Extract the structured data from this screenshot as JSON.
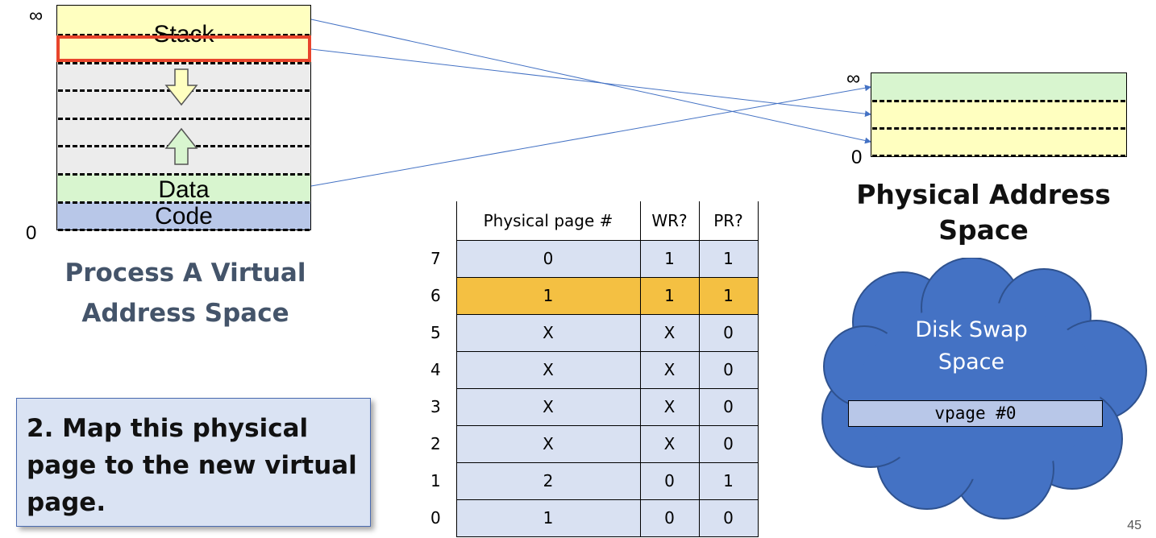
{
  "virtual_space": {
    "top_label": "∞",
    "bottom_label": "0",
    "regions": {
      "stack": "Stack",
      "data": "Data",
      "code": "Code"
    },
    "title_line1": "Process A Virtual",
    "title_line2": "Address Space"
  },
  "physical_space": {
    "top_label": "∞",
    "bottom_label": "0",
    "title": "Physical Address Space"
  },
  "page_table": {
    "headers": [
      "Physical page #",
      "WR?",
      "PR?"
    ],
    "rows": [
      {
        "index": "7",
        "phys": "0",
        "wr": "1",
        "pr": "1"
      },
      {
        "index": "6",
        "phys": "1",
        "wr": "1",
        "pr": "1"
      },
      {
        "index": "5",
        "phys": "X",
        "wr": "X",
        "pr": "0"
      },
      {
        "index": "4",
        "phys": "X",
        "wr": "X",
        "pr": "0"
      },
      {
        "index": "3",
        "phys": "X",
        "wr": "X",
        "pr": "0"
      },
      {
        "index": "2",
        "phys": "X",
        "wr": "X",
        "pr": "0"
      },
      {
        "index": "1",
        "phys": "2",
        "wr": "0",
        "pr": "1"
      },
      {
        "index": "0",
        "phys": "1",
        "wr": "0",
        "pr": "0"
      }
    ],
    "highlight_color": "#f4c042",
    "cell_color": "#d9e1f2"
  },
  "disk": {
    "title_line1": "Disk Swap",
    "title_line2": "Space",
    "entry": "vpage #0",
    "cloud_color": "#4472c4"
  },
  "note": {
    "text": "2. Map this physical page to the new virtual page."
  },
  "slide_number": "45",
  "colors": {
    "stack_yellow": "#ffffc0",
    "data_green": "#d8f5cf",
    "code_blue": "#b8c7e8",
    "free_gray": "#ececec",
    "highlight_red": "#e8452c",
    "heading_gray": "#44546a",
    "arrow_blue": "#4472c4"
  }
}
